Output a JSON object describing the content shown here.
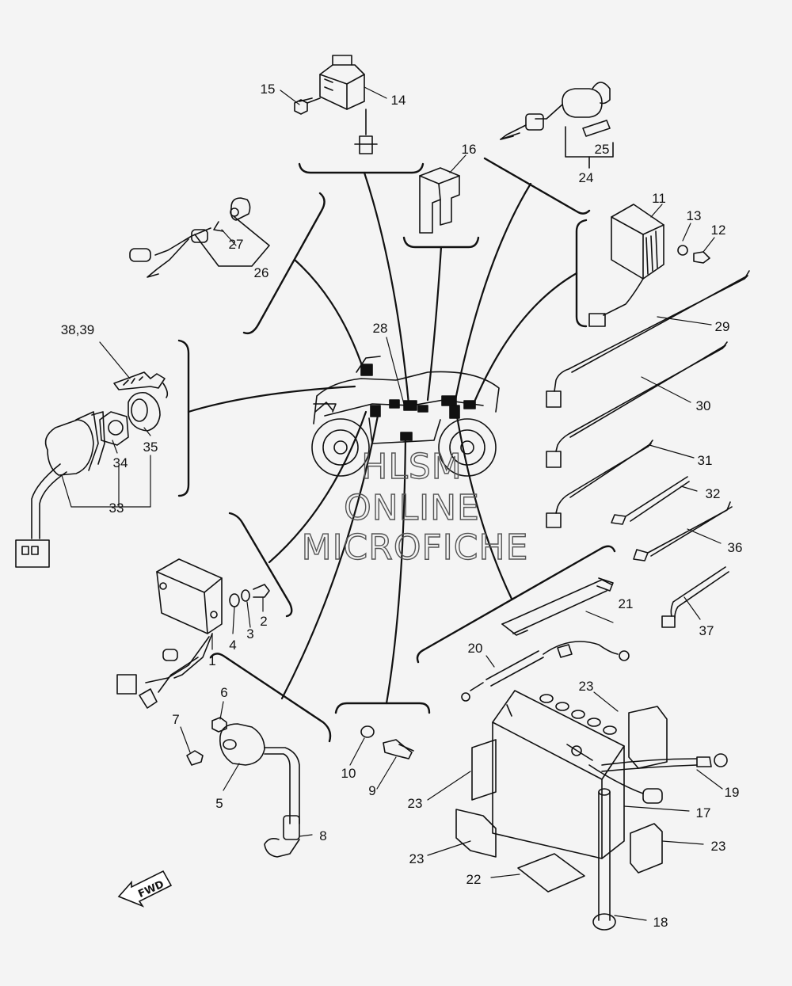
{
  "labels": {
    "p1": "1",
    "p2": "2",
    "p3": "3",
    "p4": "4",
    "p5": "5",
    "p6": "6",
    "p7": "7",
    "p8": "8",
    "p9": "9",
    "p10": "10",
    "p11": "11",
    "p12": "12",
    "p13": "13",
    "p14": "14",
    "p15": "15",
    "p16": "16",
    "p17": "17",
    "p18": "18",
    "p19": "19",
    "p20": "20",
    "p21": "21",
    "p22": "22",
    "p23a": "23",
    "p23b": "23",
    "p23c": "23",
    "p23d": "23",
    "p24": "24",
    "p25": "25",
    "p26": "26",
    "p27": "27",
    "p28": "28",
    "p29": "29",
    "p30": "30",
    "p31": "31",
    "p32": "32",
    "p33": "33",
    "p34": "34",
    "p35": "35",
    "p36": "36",
    "p37": "37",
    "p3839": "38,39"
  },
  "watermark": {
    "line1": "HLSM",
    "line2": "ONLINE",
    "line3": "MICROFICHE"
  },
  "fwd_label": "FWD",
  "colors": {
    "background": "#f4f4f4",
    "ink": "#111111",
    "watermark": "#555555"
  }
}
